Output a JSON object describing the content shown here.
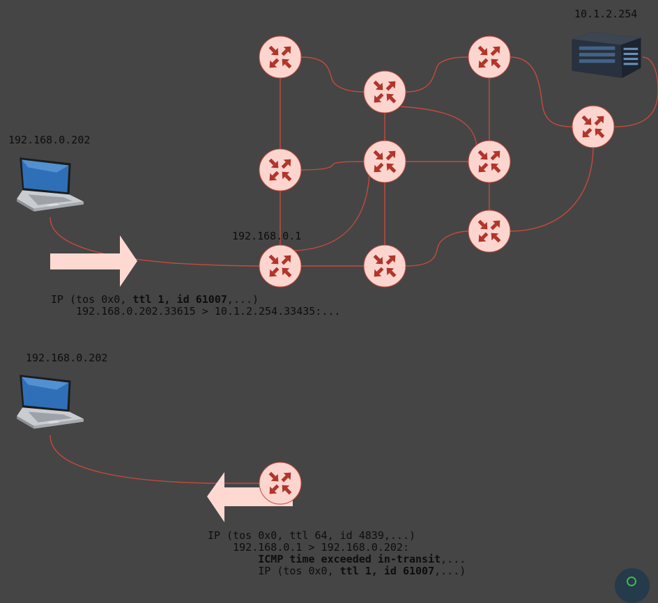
{
  "labels": {
    "laptop_top_ip": "192.168.0.202",
    "server_ip": "10.1.2.254",
    "gateway_ip": "192.168.0.1",
    "laptop_bottom_ip": "192.168.0.202"
  },
  "outgoing_packet": {
    "line1_prefix": "IP (tos 0x0, ",
    "line1_bold": "ttl 1, id 61007",
    "line1_suffix": ",...)",
    "line2": "    192.168.0.202.33615 > 10.1.2.254.33435:..."
  },
  "reply_packet": {
    "line1": "IP (tos 0x0, ttl 64, id 4839,...)",
    "line2": "    192.168.0.1 > 192.168.0.202:",
    "line3_indent": "        ",
    "line3_bold": "ICMP time exceeded in-transit",
    "line3_suffix": ",...",
    "line4_indent": "        IP (tos 0x0, ",
    "line4_bold": "ttl 1, id 61007",
    "line4_suffix": ",...)"
  },
  "colors": {
    "background": "#454545",
    "router_fill": "#fcd5cf",
    "router_arrow": "#b0352a",
    "link": "#c9493a",
    "big_arrow": "#fdd9d2"
  },
  "icons": {
    "router": "router-icon",
    "laptop": "laptop-icon",
    "server": "server-icon"
  }
}
